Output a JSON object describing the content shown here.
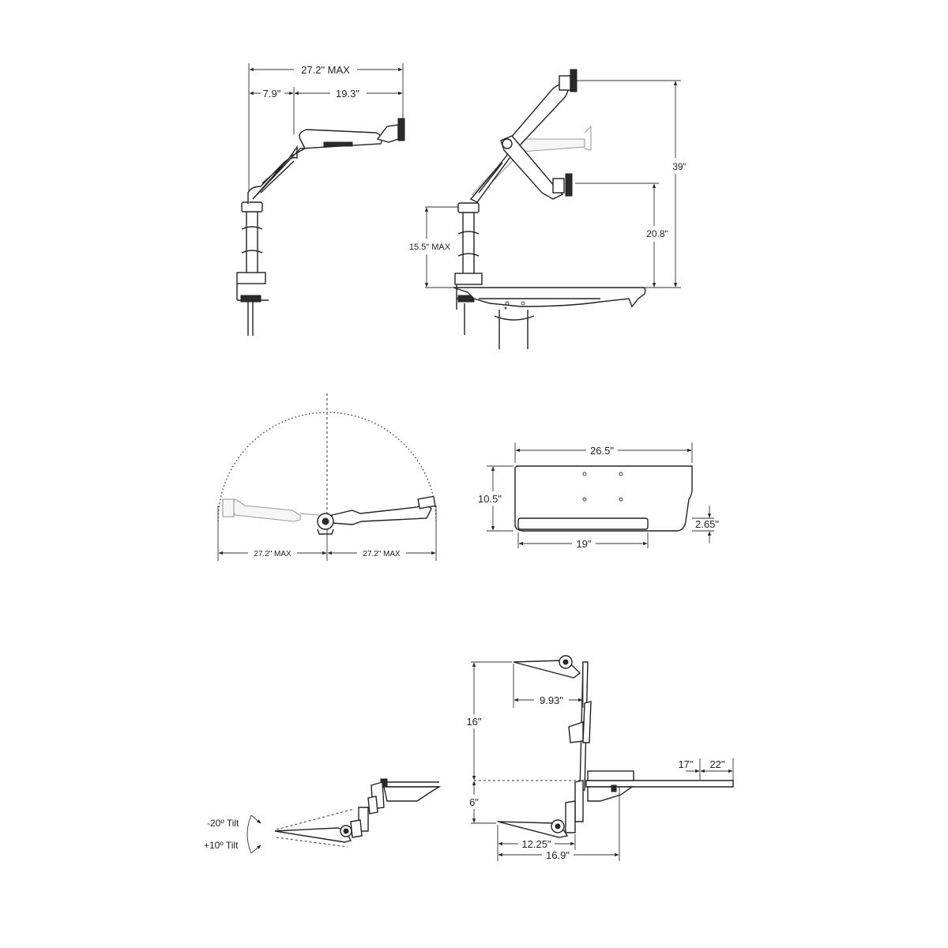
{
  "dimensions": {
    "arm_max_reach": "27.2\" MAX",
    "arm_segment_a": "7.9\"",
    "arm_segment_b": "19.3\"",
    "total_height": "39\"",
    "clamp_height": "15.5\" MAX",
    "desk_to_mount": "20.8\"",
    "swing_left": "27.2\" MAX",
    "swing_right": "27.2\" MAX",
    "tray_width": "26.5\"",
    "tray_depth": "10.5\"",
    "wrist_rest_width": "19\"",
    "wrist_rest_depth": "2.65\"",
    "tilt_up": "-20º Tilt",
    "tilt_down": "+10º Tilt",
    "rise": "16\"",
    "drop": "6\"",
    "upper_reach": "9.93\"",
    "lower_reach": "12.25\"",
    "total_reach": "16.9\"",
    "desk_depth_a": "17\"",
    "desk_depth_b": "22\""
  }
}
